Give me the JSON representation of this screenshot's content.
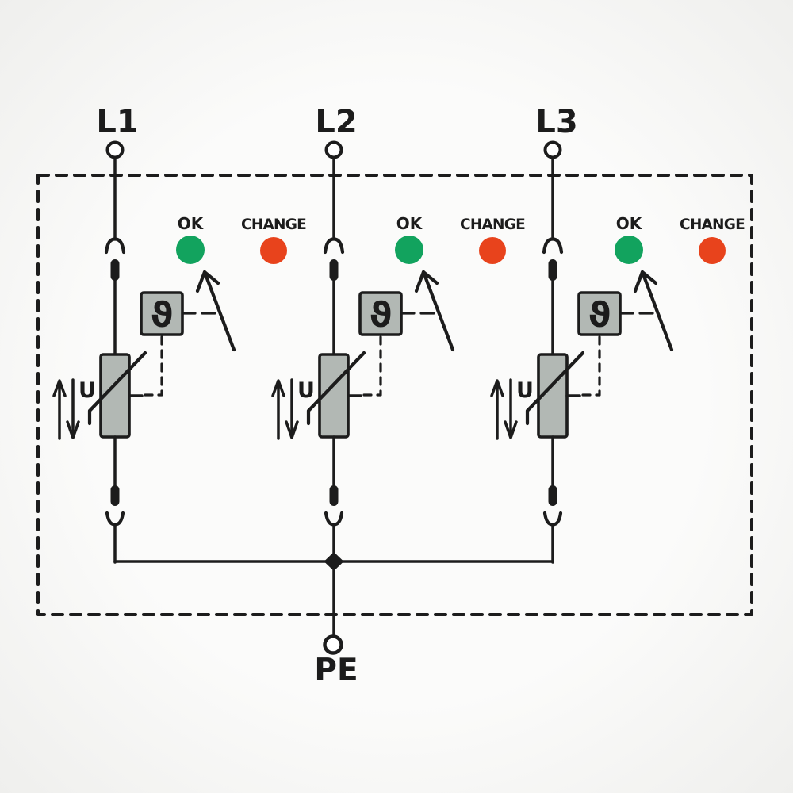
{
  "channels": [
    {
      "label": "L1"
    },
    {
      "label": "L2"
    },
    {
      "label": "L3"
    }
  ],
  "indicators": {
    "ok_label": "OK",
    "change_label": "CHANGE",
    "ok_color": "#12a35e",
    "change_color": "#e8431c"
  },
  "labels": {
    "u": "U",
    "theta": "ϑ",
    "pe": "PE"
  },
  "colors": {
    "line": "#1c1c1c",
    "component_fill": "#b2b8b4",
    "terminal_fill": "#ffffff",
    "background": "#f5f5f3"
  }
}
